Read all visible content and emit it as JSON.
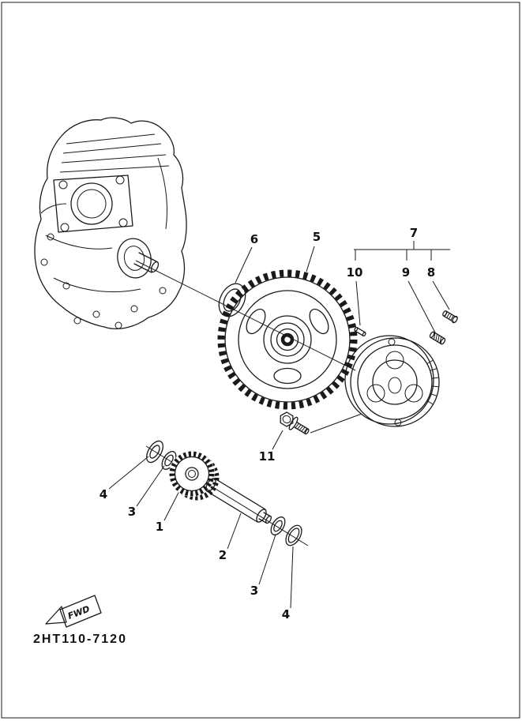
{
  "page": {
    "background_color": "#ffffff",
    "line_color": "#1a1a1a"
  },
  "diagram": {
    "part_code": "2HT110-7120",
    "fwd_label": "FWD",
    "callouts": {
      "n1": "1",
      "n2": "2",
      "n3_left": "3",
      "n4_left": "4",
      "n3_right": "3",
      "n4_right": "4",
      "n5": "5",
      "n6": "6",
      "n7": "7",
      "n8": "8",
      "n9": "9",
      "n10": "10",
      "n11": "11"
    }
  }
}
